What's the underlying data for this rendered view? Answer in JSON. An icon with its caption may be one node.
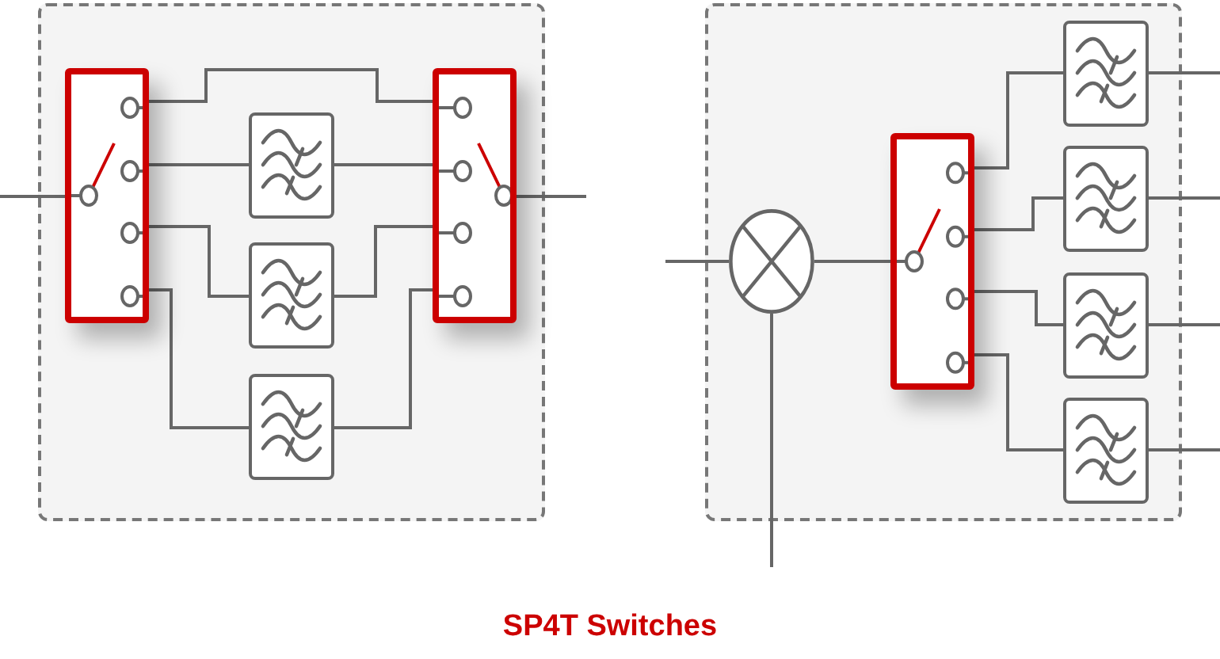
{
  "diagram": {
    "caption": "SP4T Switches",
    "nodes": [
      {
        "text": [],
        "shape": "box"
      },
      {
        "text": [],
        "shape": "box",
        "in": 0
      },
      {
        "text": [],
        "shape": "box",
        "in": 0
      },
      {
        "text": [],
        "shape": "box",
        "in": 0
      },
      {
        "text": [],
        "shape": "box",
        "in": 0
      },
      {
        "text": [],
        "shape": "box",
        "in": 0
      },
      {
        "text": [],
        "shape": "box"
      },
      {
        "text": [],
        "shape": "circle",
        "in": 6
      },
      {
        "text": [],
        "shape": "box",
        "in": 6
      },
      {
        "text": [],
        "shape": "box",
        "in": 6
      },
      {
        "text": [],
        "shape": "box",
        "in": 6
      },
      {
        "text": [],
        "shape": "box",
        "in": 6
      },
      {
        "text": [],
        "shape": "box",
        "in": 6
      }
    ],
    "edges": [
      {
        "from": null,
        "to": 1,
        "arrow": "none"
      },
      {
        "from": 1,
        "to": 5,
        "arrow": "none"
      },
      {
        "from": 1,
        "to": 2,
        "arrow": "none"
      },
      {
        "from": 2,
        "to": 5,
        "arrow": "none"
      },
      {
        "from": 1,
        "to": 3,
        "arrow": "none"
      },
      {
        "from": 3,
        "to": 5,
        "arrow": "none"
      },
      {
        "from": 1,
        "to": 4,
        "arrow": "none"
      },
      {
        "from": 4,
        "to": 5,
        "arrow": "none"
      },
      {
        "from": 5,
        "to": null,
        "arrow": "none"
      },
      {
        "from": null,
        "to": 7,
        "arrow": "none"
      },
      {
        "from": null,
        "to": 7,
        "arrow": "none"
      },
      {
        "from": 7,
        "to": 8,
        "arrow": "none"
      },
      {
        "from": 8,
        "to": 9,
        "arrow": "none"
      },
      {
        "from": 8,
        "to": 10,
        "arrow": "none"
      },
      {
        "from": 8,
        "to": 11,
        "arrow": "none"
      },
      {
        "from": 8,
        "to": 12,
        "arrow": "none"
      },
      {
        "from": 9,
        "to": null,
        "arrow": "none"
      },
      {
        "from": 10,
        "to": null,
        "arrow": "none"
      },
      {
        "from": 11,
        "to": null,
        "arrow": "none"
      },
      {
        "from": 12,
        "to": null,
        "arrow": "none"
      }
    ]
  }
}
